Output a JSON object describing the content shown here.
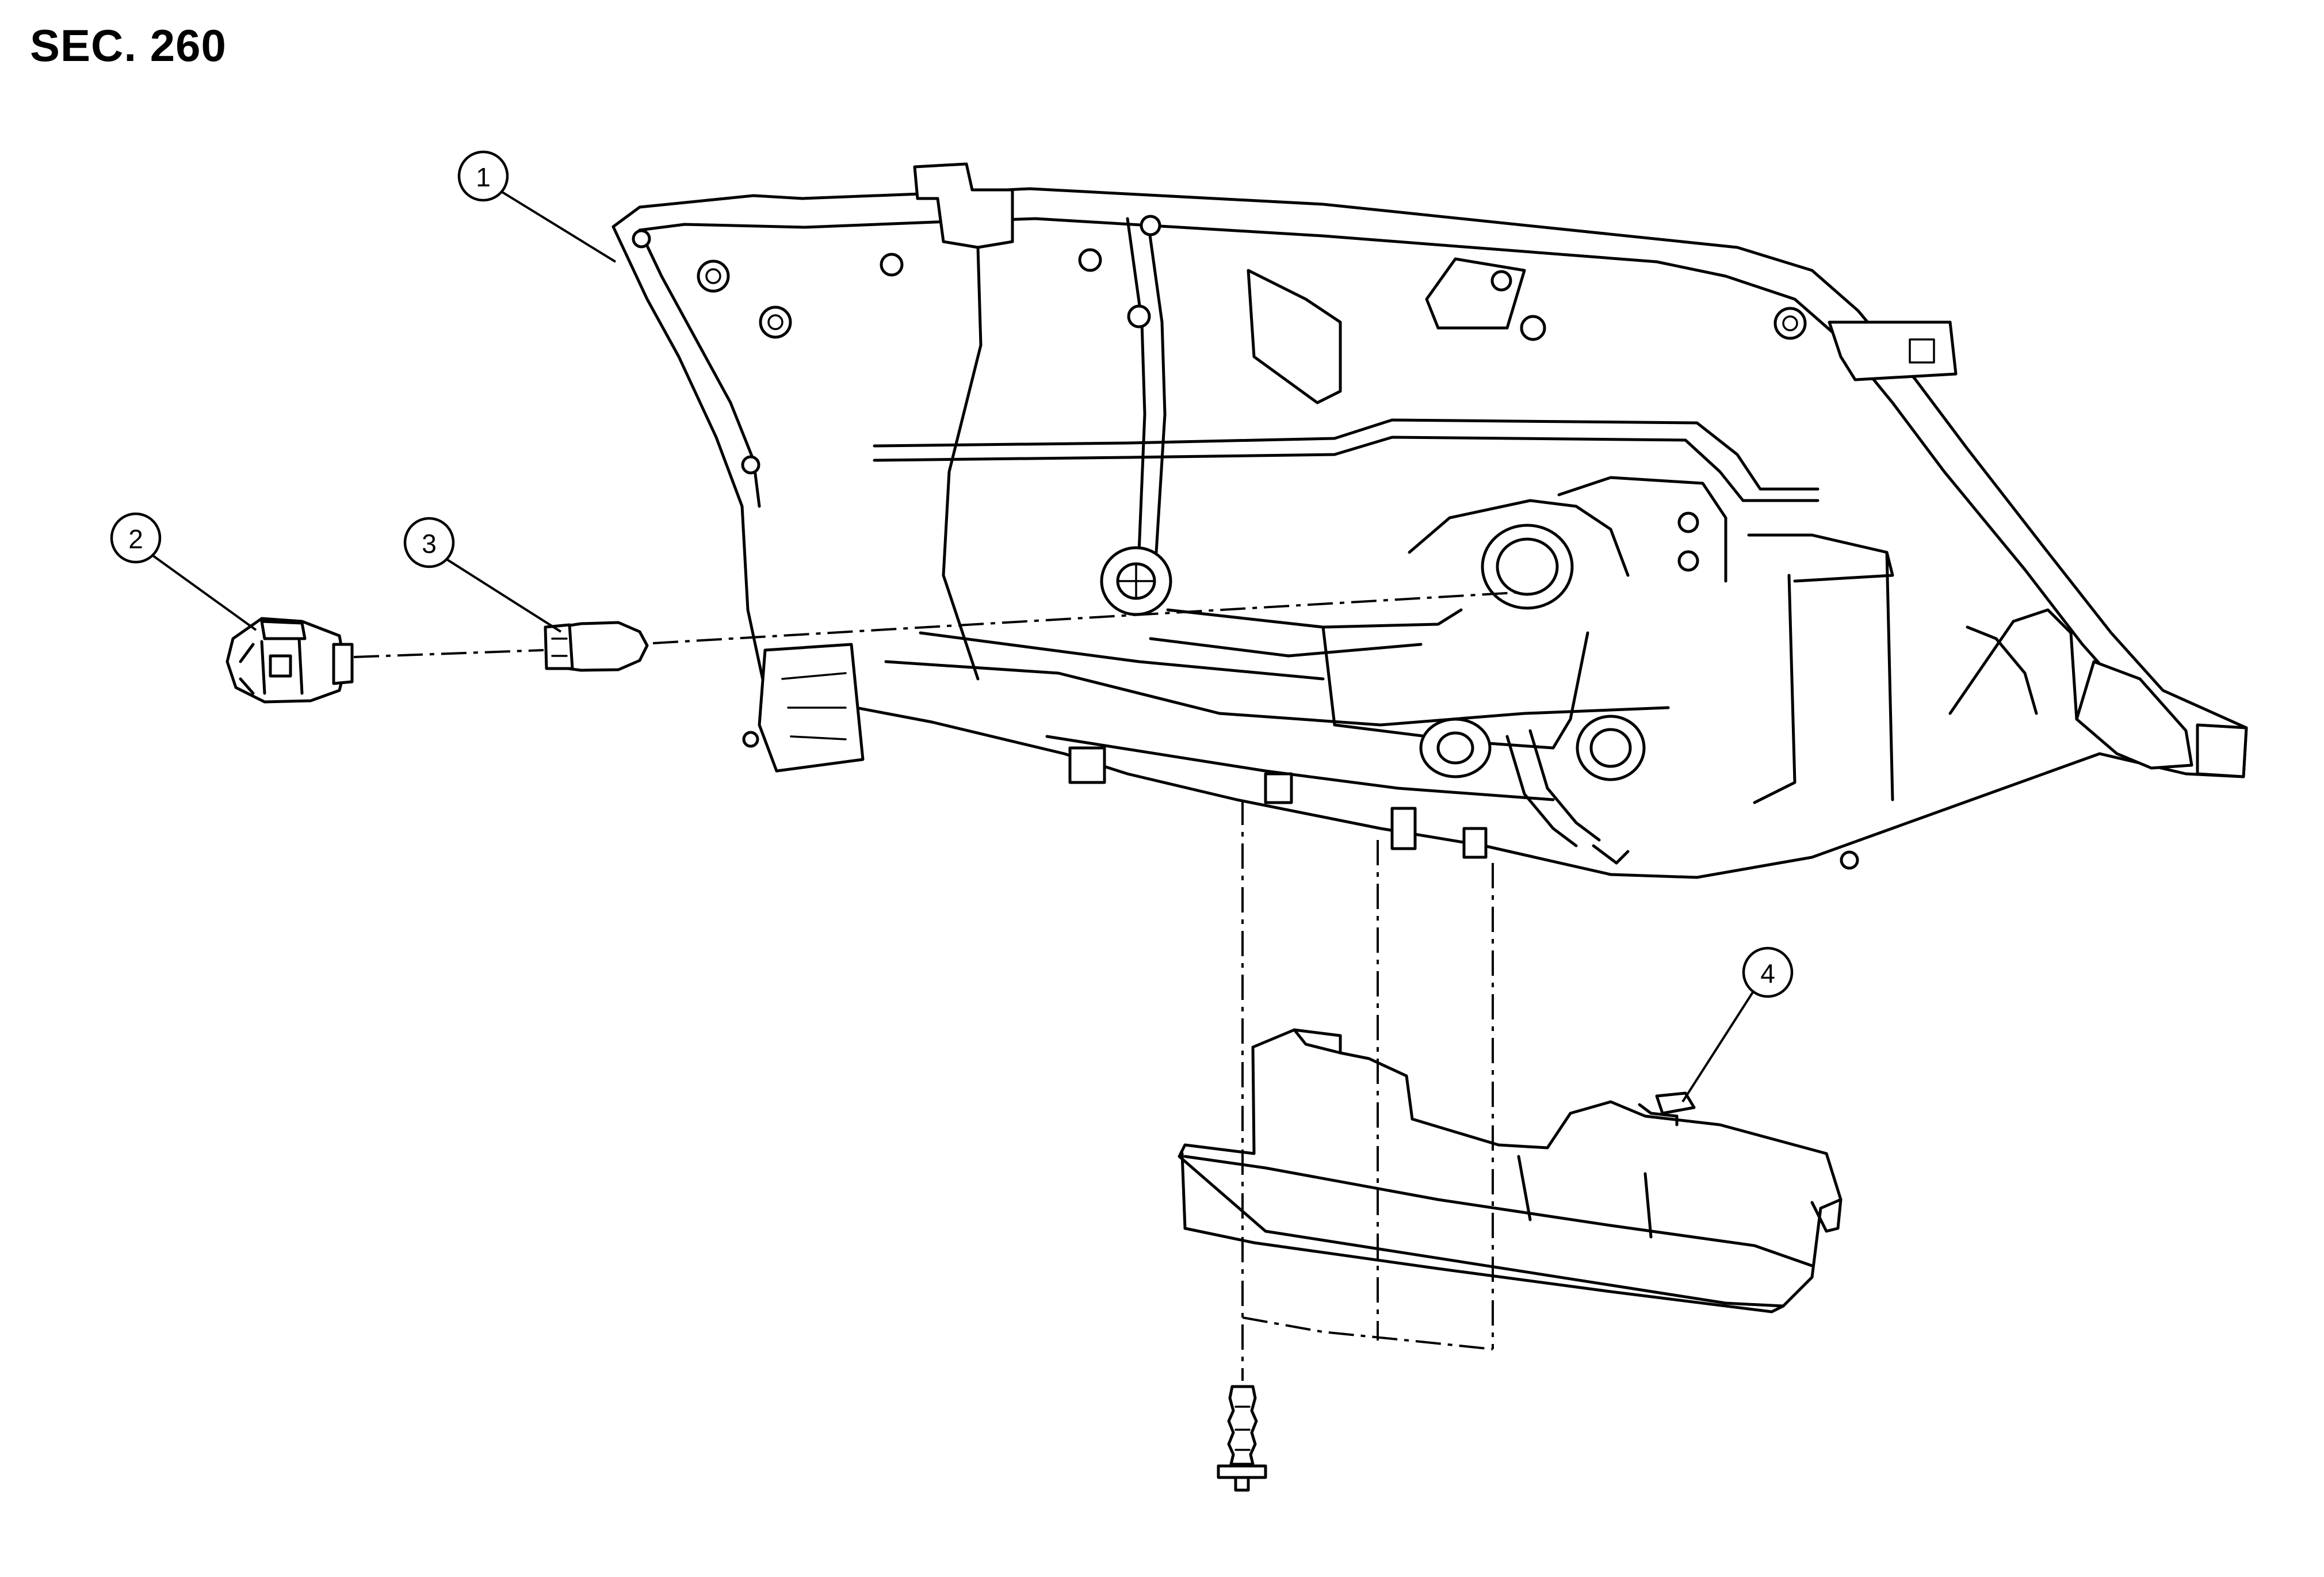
{
  "section_code": "SEC. 260",
  "callouts": [
    {
      "number": "1",
      "part": "headlamp-housing"
    },
    {
      "number": "2",
      "part": "bulb-socket"
    },
    {
      "number": "3",
      "part": "bulb"
    },
    {
      "number": "4",
      "part": "lower-cover"
    }
  ]
}
